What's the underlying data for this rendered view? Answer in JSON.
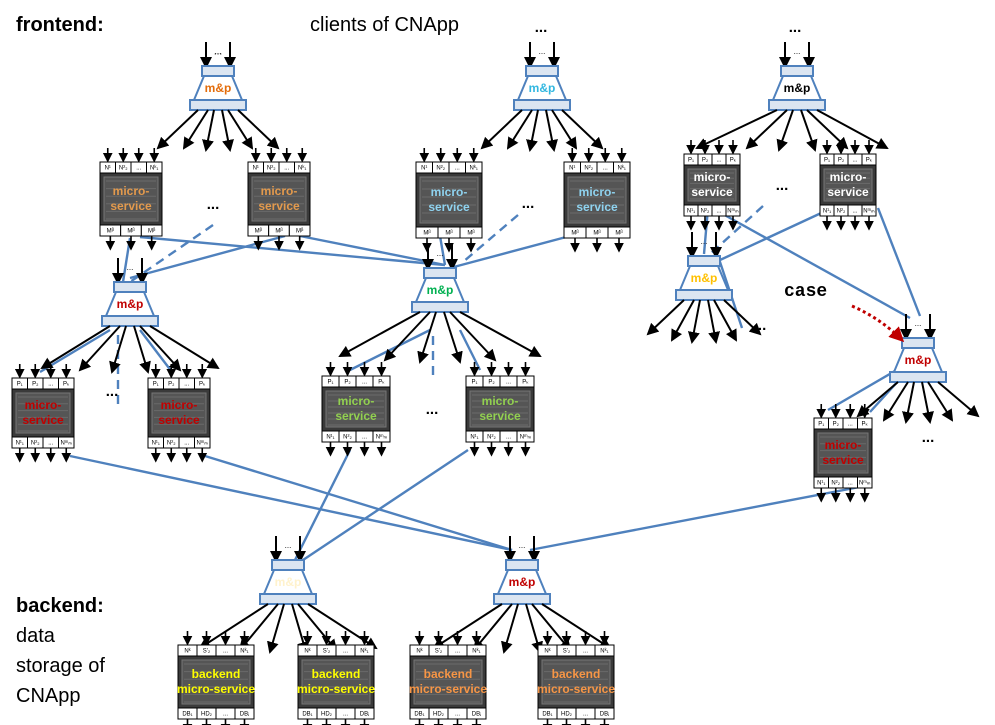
{
  "labels": {
    "frontend": "frontend:",
    "clients": "clients of CNApp",
    "backend": "backend:",
    "backend_desc": [
      "data",
      "storage of",
      "CNApp"
    ],
    "case": "case",
    "ellipsis": "..."
  },
  "mp_label": "m&p",
  "ports": {
    "in": [
      "N¹",
      "N²₂",
      "...",
      "Nᵏ₁"
    ],
    "out": [
      "Mᵝ",
      "Mᵝ",
      "Mᵝ"
    ],
    "in_p": [
      "P₁",
      "P₂",
      "...",
      "Pₖ"
    ],
    "out_n": [
      "N¹₁",
      "N²₂",
      "...",
      "Nᵐₘ"
    ],
    "be_in": [
      "Nᵏ",
      "S'₂",
      "...",
      "Nᵏ₁"
    ],
    "be_out": [
      "DB₁",
      "HD₂",
      "...",
      "DBⱼ"
    ]
  },
  "service_text": [
    "micro-",
    "service"
  ],
  "backend_text": [
    "backend",
    "micro-service"
  ],
  "colors": {
    "line": "#4f81bd",
    "arrow": "#000000",
    "case_arrow": "#c00000",
    "mp_orange": "#e36c0a",
    "mp_cyan": "#31b7e0",
    "mp_black": "#000000",
    "mp_red": "#c00000",
    "mp_green": "#00b050",
    "mp_yellow": "#ffc000",
    "mp_cream": "#fff2cc",
    "svc_orange": "#e39a4d",
    "svc_cyan": "#8fd3f0",
    "svc_white": "#ffffff",
    "svc_red": "#c00000",
    "svc_green": "#92d050",
    "be_yellow": "#ffff00",
    "be_orange": "#f79646"
  }
}
